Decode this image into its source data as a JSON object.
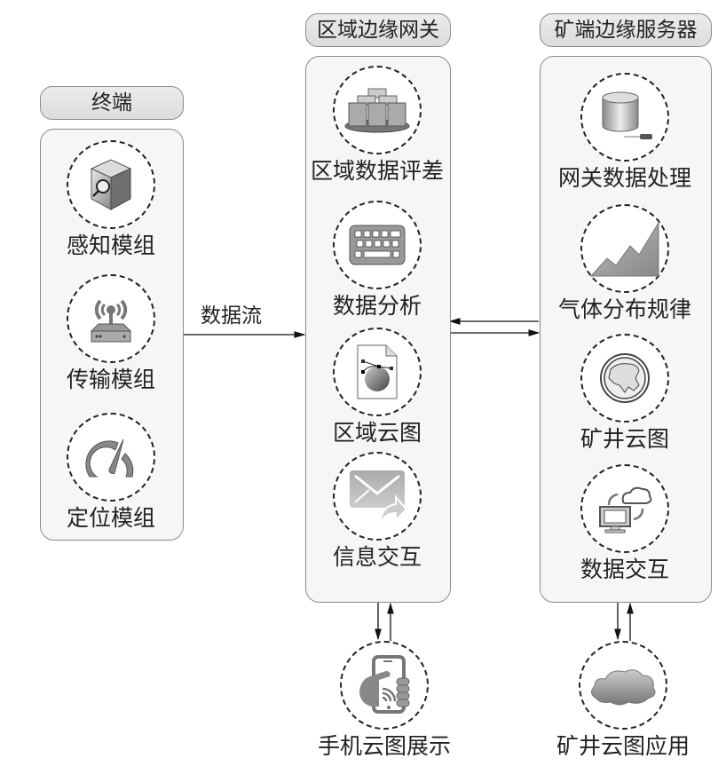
{
  "terminal": {
    "title": "终端",
    "nodes": [
      {
        "label": "感知模组",
        "icon": "sensor-box-magnifier-icon"
      },
      {
        "label": "传输模组",
        "icon": "wireless-router-icon"
      },
      {
        "label": "定位模组",
        "icon": "gauge-icon"
      }
    ]
  },
  "gateway": {
    "title": "区域边缘网关",
    "nodes": [
      {
        "label": "区域数据评差",
        "icon": "server-cluster-icon"
      },
      {
        "label": "数据分析",
        "icon": "keyboard-icon"
      },
      {
        "label": "区域云图",
        "icon": "vector-file-icon"
      },
      {
        "label": "信息交互",
        "icon": "mail-forward-icon"
      }
    ],
    "output": {
      "label": "手机云图展示",
      "icon": "hand-phone-icon"
    }
  },
  "server": {
    "title": "矿端边缘服务器",
    "nodes": [
      {
        "label": "网关数据处理",
        "icon": "database-icon"
      },
      {
        "label": "气体分布规律",
        "icon": "area-chart-icon"
      },
      {
        "label": "矿井云图",
        "icon": "globe-icon"
      },
      {
        "label": "数据交互",
        "icon": "computer-cloud-sync-icon"
      }
    ],
    "output": {
      "label": "矿井云图应用",
      "icon": "cloud-icon"
    }
  },
  "edges": {
    "terminal_to_gateway": "数据流"
  }
}
